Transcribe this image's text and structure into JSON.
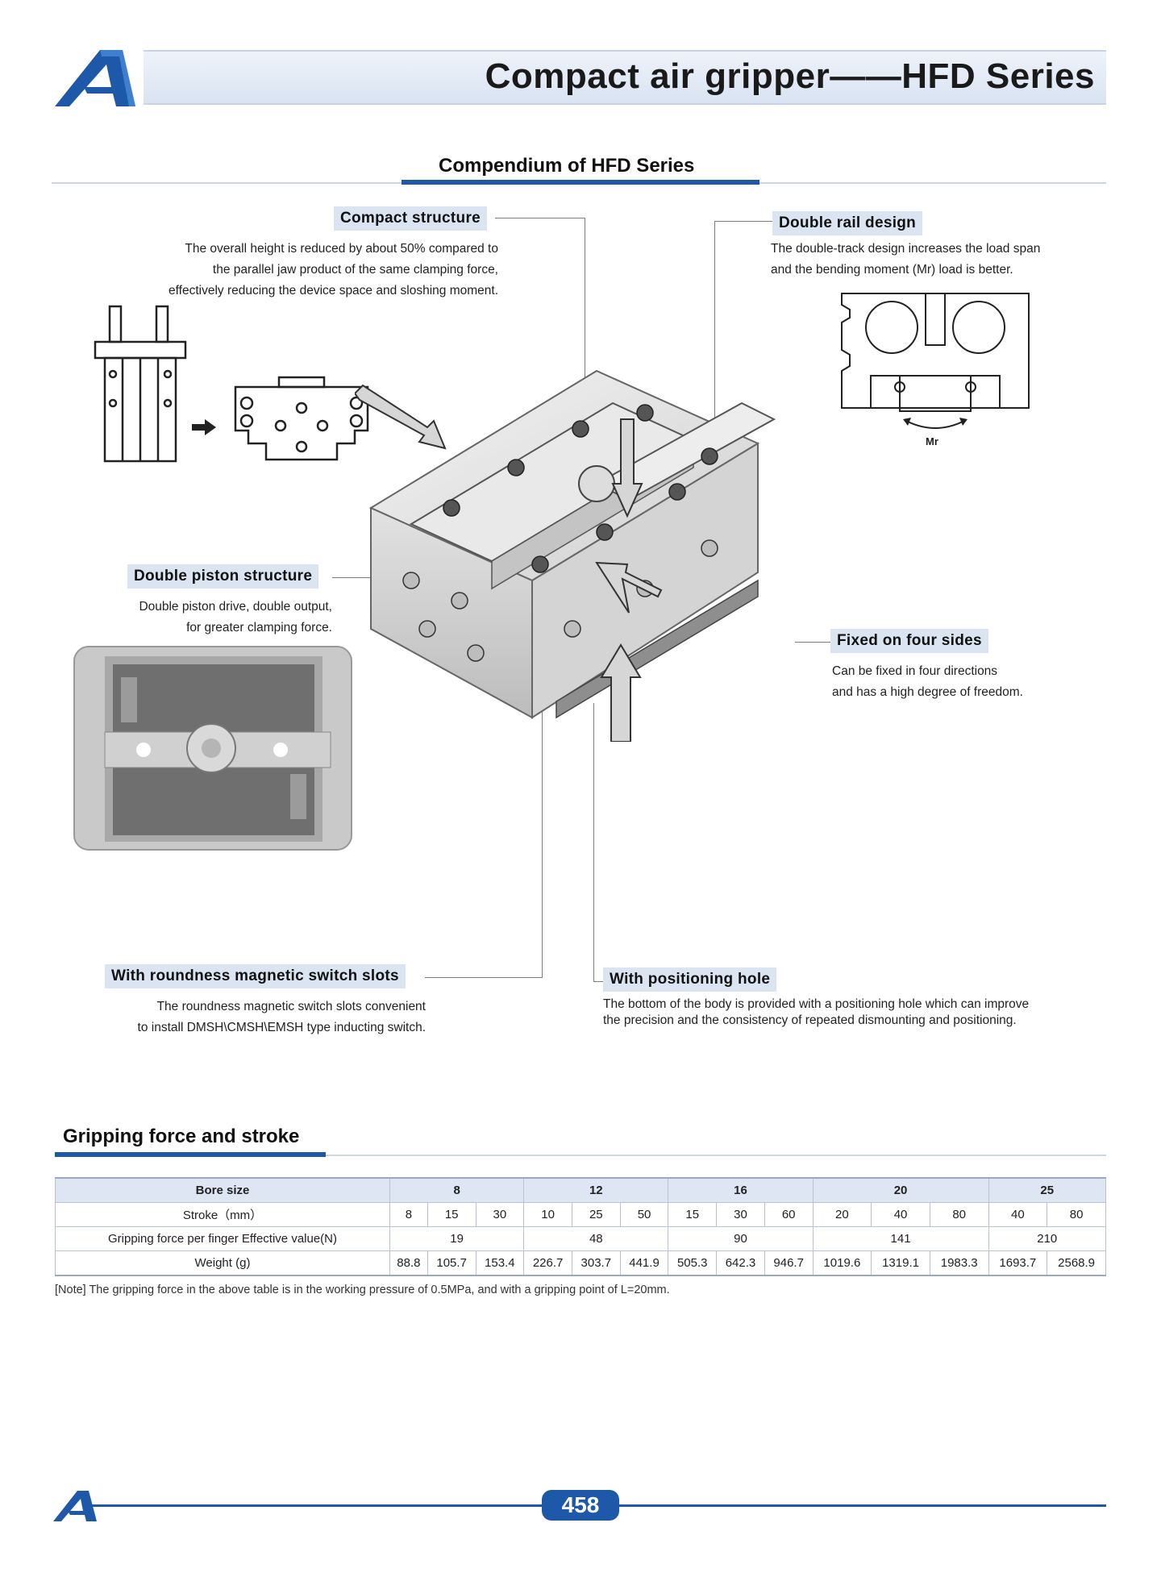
{
  "header": {
    "title": "Compact air gripper——HFD Series"
  },
  "compendium": {
    "title": "Compendium of HFD Series"
  },
  "callouts": {
    "compact": {
      "label": "Compact structure",
      "lines": [
        "The overall height is reduced by about 50% compared to",
        "the parallel jaw product of the same clamping force,",
        "effectively reducing the device space and sloshing moment."
      ]
    },
    "double_rail": {
      "label": "Double rail design",
      "lines": [
        "The double-track design increases the load span",
        "and the bending moment (Mr) load is better."
      ]
    },
    "double_piston": {
      "label": "Double piston structure",
      "lines": [
        "Double piston drive, double output,",
        "for greater clamping force."
      ]
    },
    "four_sides": {
      "label": "Fixed on four sides",
      "lines": [
        "Can be fixed in four directions",
        "and has a high degree of freedom."
      ]
    },
    "switch_slots": {
      "label": "With roundness magnetic switch slots",
      "lines": [
        "The roundness magnetic switch slots convenient",
        "to install DMSH\\CMSH\\EMSH type inducting switch."
      ]
    },
    "positioning": {
      "label": "With positioning hole",
      "lines": [
        "The bottom of the body is provided with a positioning hole which can improve",
        "the precision and the consistency of repeated dismounting and positioning."
      ]
    }
  },
  "mr_label": "Mr",
  "gripping": {
    "title": "Gripping force and stroke",
    "header_label": "Bore size",
    "bores": [
      "8",
      "12",
      "16",
      "20",
      "25"
    ],
    "stroke_label": "Stroke（mm）",
    "strokes": [
      "8",
      "15",
      "30",
      "10",
      "25",
      "50",
      "15",
      "30",
      "60",
      "20",
      "40",
      "80",
      "40",
      "80"
    ],
    "force_label": "Gripping force per finger Effective value(N)",
    "forces": [
      "19",
      "48",
      "90",
      "141",
      "210"
    ],
    "weight_label": "Weight (g)",
    "weights": [
      "88.8",
      "105.7",
      "153.4",
      "226.7",
      "303.7",
      "441.9",
      "505.3",
      "642.3",
      "946.7",
      "1019.6",
      "1319.1",
      "1983.3",
      "1693.7",
      "2568.9"
    ],
    "note": "[Note] The gripping force in the above table is in the working pressure of 0.5MPa, and with a gripping point of L=20mm."
  },
  "footer": {
    "page": "458"
  },
  "colors": {
    "brand_blue": "#1e58a8",
    "label_bg": "#dbe5f2"
  },
  "icons": {
    "logo": "airtac-a-logo",
    "arrow": "right-arrow-icon"
  }
}
